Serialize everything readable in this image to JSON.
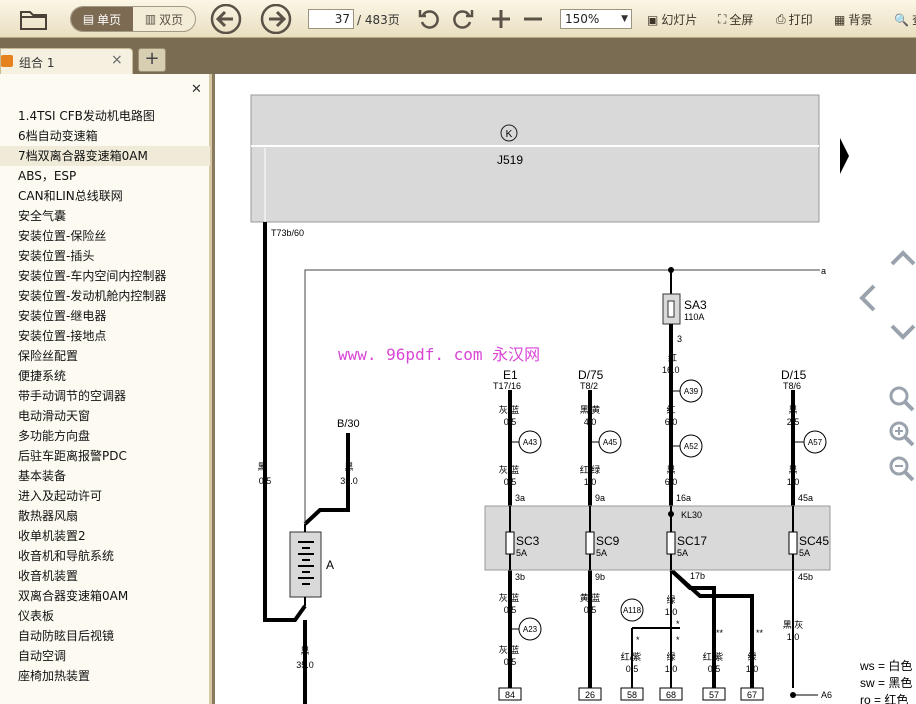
{
  "toolbar": {
    "single_page": "单页",
    "double_page": "双页",
    "current_page": "37",
    "page_total": "/ 483页",
    "zoom": "150%",
    "slideshow": "幻灯片",
    "fullscreen": "全屏",
    "print": "打印",
    "background": "背景",
    "find_partial": "查"
  },
  "tabs": [
    {
      "label": "组合 1"
    }
  ],
  "sidebar": {
    "items": [
      "1.4TSI CFB发动机电路图",
      "6档自动变速箱",
      "7档双离合器变速箱0AM",
      "ABS，ESP",
      "CAN和LIN总线联网",
      "安全气囊",
      "安装位置-保险丝",
      "安装位置-插头",
      "安装位置-车内空间内控制器",
      "安装位置-发动机舱内控制器",
      "安装位置-继电器",
      "安装位置-接地点",
      "保险丝配置",
      "便捷系统",
      "带手动调节的空调器",
      "电动滑动天窗",
      "多功能方向盘",
      "后驻车距离报警PDC",
      "基本装备",
      "进入及起动许可",
      "散热器风扇",
      "收单机装置2",
      "收音机和导航系统",
      "收音机装置",
      "双离合器变速箱0AM",
      "仪表板",
      "自动防眩目后视镜",
      "自动空调",
      "座椅加热装置"
    ]
  },
  "document": {
    "watermark": "www. 96pdf. com 永汉网",
    "k_symbol": "K",
    "j519": "J519",
    "t73b": "T73b/60",
    "a_label": "a",
    "sa3": "SA3",
    "sa3_amp": "110A",
    "sa3_pin": "3",
    "wire_red": "红",
    "wire_16": "16.0",
    "b30": "B/30",
    "black": "黑",
    "w05": "0.5",
    "w350": "35.0",
    "battery_a": "A",
    "e1": "E1",
    "t17_16": "T17/16",
    "d75": "D/75",
    "t8_2": "T8/2",
    "d15": "D/15",
    "t8_6": "T8/6",
    "gray_blue": "灰/蓝",
    "black_yellow": "黑/黄",
    "w40": "4.0",
    "w60": "6.0",
    "w25": "2.5",
    "w10": "1.0",
    "red_green": "红/绿",
    "a43": "A43",
    "a45": "A45",
    "a39": "A39",
    "a52": "A52",
    "a57": "A57",
    "p3a": "3a",
    "p9a": "9a",
    "p16a": "16a",
    "p45a": "45a",
    "kl30": "KL30",
    "sc3": "SC3",
    "sc9": "SC9",
    "sc17": "SC17",
    "sc45": "SC45",
    "amp5": "5A",
    "p3b": "3b",
    "p9b": "9b",
    "p17b": "17b",
    "p45b": "45b",
    "yellow_blue": "黄/蓝",
    "black_gray": "黑/灰",
    "green": "绿",
    "red_purple": "红/紫",
    "a23": "A23",
    "a118": "A118",
    "t84": "84",
    "t26": "26",
    "t58": "58",
    "t68": "68",
    "t57": "57",
    "t67": "67",
    "a6": "A6",
    "star": "*",
    "dstar": "**",
    "legend_ws": "ws = 白色",
    "legend_sw": "sw = 黑色",
    "legend_ro": "ro = 红色"
  },
  "colors": {
    "toolbar_bg": "#f3ecd6",
    "accent": "#7c6a52",
    "diagram_gray": "#d9d9d9",
    "watermark": "#d946d6"
  }
}
